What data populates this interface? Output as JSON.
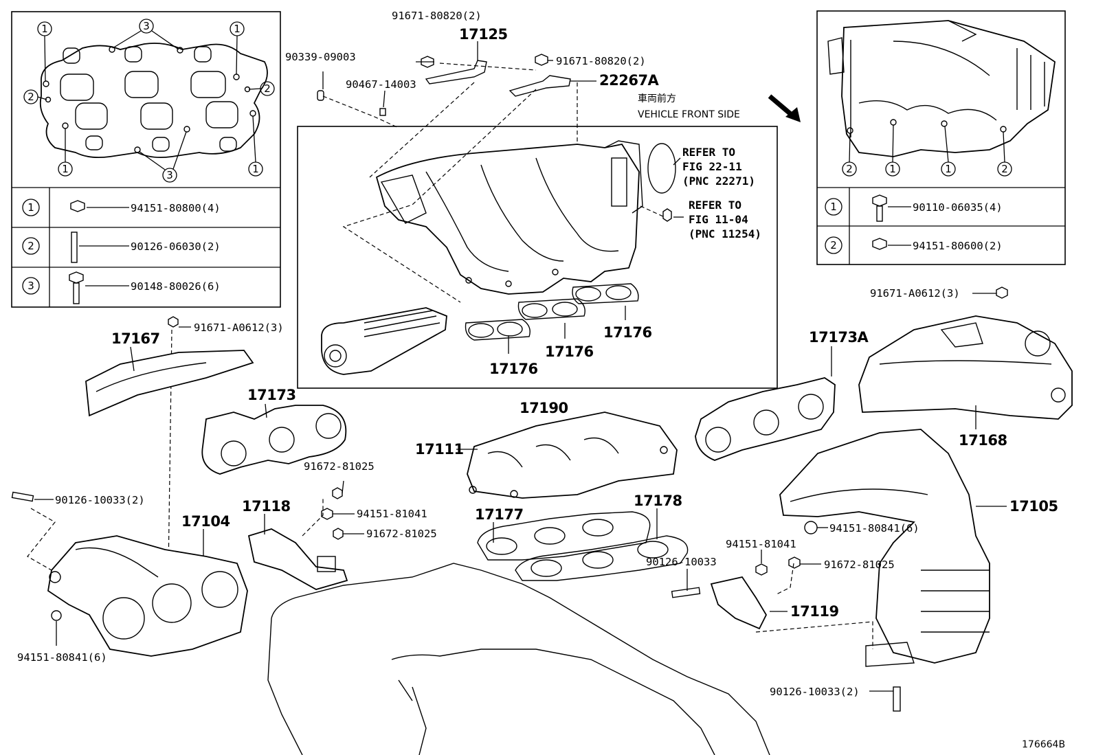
{
  "diagram_id": "176664B",
  "orientation_note": {
    "japanese": "車両前方",
    "english": "VEHICLE FRONT SIDE"
  },
  "references": [
    {
      "line1": "REFER TO",
      "line2": "FIG 22-11",
      "line3": "(PNC 22271)"
    },
    {
      "line1": "REFER TO",
      "line2": "FIG 11-04",
      "line3": "(PNC 11254)"
    }
  ],
  "left_legend": [
    {
      "key": "1",
      "part": "94151-80800(4)"
    },
    {
      "key": "2",
      "part": "90126-06030(2)"
    },
    {
      "key": "3",
      "part": "90148-80026(6)"
    }
  ],
  "right_legend": [
    {
      "key": "1",
      "part": "90110-06035(4)"
    },
    {
      "key": "2",
      "part": "94151-80600(2)"
    }
  ],
  "callout_numbers": [
    "1",
    "2",
    "3"
  ],
  "pnc_labels": {
    "p17125": "17125",
    "p22267A": "22267A",
    "p17176a": "17176",
    "p17176b": "17176",
    "p17176c": "17176",
    "p17190": "17190",
    "p17167": "17167",
    "p17173": "17173",
    "p17173A": "17173A",
    "p17168": "17168",
    "p17111": "17111",
    "p17118": "17118",
    "p17104": "17104",
    "p17177": "17177",
    "p17178": "17178",
    "p17119": "17119",
    "p17105": "17105"
  },
  "part_numbers": {
    "n91671_80820_top": "91671-80820(2)",
    "n91671_80820_right": "91671-80820(2)",
    "n90339_09003": "90339-09003",
    "n90467_14003": "90467-14003",
    "n91671_A0612_left": "91671-A0612(3)",
    "n91671_A0612_right": "91671-A0612(3)",
    "n91672_81025_a": "91672-81025",
    "n94151_81041_a": "94151-81041",
    "n91672_81025_b": "91672-81025",
    "n90126_10033_left": "90126-10033(2)",
    "n94151_80841_left": "94151-80841(6)",
    "n94151_81041_b": "94151-81041",
    "n90126_10033_mid": "90126-10033",
    "n91672_81025_c": "91672-81025",
    "n94151_80841_right": "94151-80841(6)",
    "n90126_10033_right": "90126-10033(2)"
  }
}
